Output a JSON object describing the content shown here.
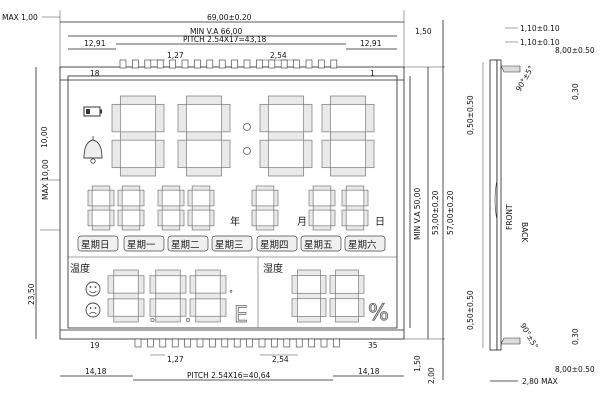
{
  "dimensions": {
    "max_top": "MAX 1,00",
    "overall_width": "69,00±0.20",
    "top_right_gap": "1,50",
    "view_area_width": "MIN V.A 66,00",
    "pin_margin_left": "12,91",
    "pin_pitch_top": "PITCH 2.54X17=43,18",
    "pin_margin_right": "12,91",
    "pin_width_top": "1,27",
    "pin_spacing_top": "2,54",
    "pin_first_top": "18",
    "pin_last_top": "1",
    "max_height_left": "MAX 10,00",
    "left_offset_a": "10,00",
    "left_offset_b": "23,50",
    "view_area_height": "MIN V.A 50,00",
    "glass_height_a": "53,00±0.20",
    "glass_height_b": "57,00±0.20",
    "pin_first_bottom": "19",
    "pin_last_bottom": "35",
    "pin_width_bottom": "1,27",
    "pin_spacing_bottom": "2,54",
    "pin_margin_bottom_left": "14,18",
    "pin_pitch_bottom": "PITCH 2.54X16=40,64",
    "pin_margin_bottom_right": "14,18",
    "bottom_gap_a": "1,50",
    "bottom_gap_b": "2,00"
  },
  "side_view": {
    "top_thickness_a": "1,10±0.10",
    "top_thickness_b": "1,10±0.10",
    "top_pin_length": "8,00±0.50",
    "top_pin_tip": "0,30",
    "top_angle": "90°±5°",
    "top_offset": "0,50±0.50",
    "front_label": "FRONT",
    "back_label": "BACK",
    "bottom_offset": "0,50±0.50",
    "bottom_angle": "90°±5°",
    "bottom_pin_tip": "0,30",
    "bottom_pin_length": "8,00±0.50",
    "max_thickness": "2,80 MAX"
  },
  "lcd": {
    "year_label": "年",
    "month_label": "月",
    "day_label": "日",
    "weekdays": [
      "星期日",
      "星期一",
      "星期二",
      "星期三",
      "星期四",
      "星期五",
      "星期六"
    ],
    "temp_label": "温度",
    "humidity_label": "湿度",
    "percent_symbol": "%",
    "degree_symbol": "°",
    "unit_letter": "E"
  }
}
